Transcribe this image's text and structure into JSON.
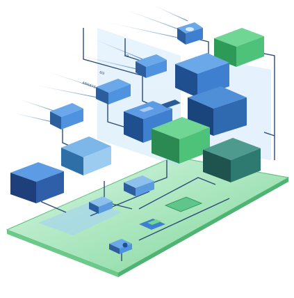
{
  "labels": {
    "tier_top": "",
    "ports_a": "1/3",
    "ports_b": "6/3",
    "ports_c": "ARRAYS",
    "server_top": "",
    "server_blue": "",
    "server_left": "",
    "server_center_green": "",
    "server_right_teal": "",
    "side_label": "",
    "board_a": "",
    "board_b": "",
    "board_c": "",
    "floor_label": ""
  },
  "colors": {
    "blue_top": "#3f7fd0",
    "blue_side": "#1f4f8f",
    "green_top": "#4fc27a",
    "green_side": "#2a8a52",
    "teal_top": "#2f7a70",
    "teal_side": "#1e544d",
    "line": "#2a4a7a",
    "floor": "#8fe0a6",
    "panel": "#a9d3f2"
  }
}
